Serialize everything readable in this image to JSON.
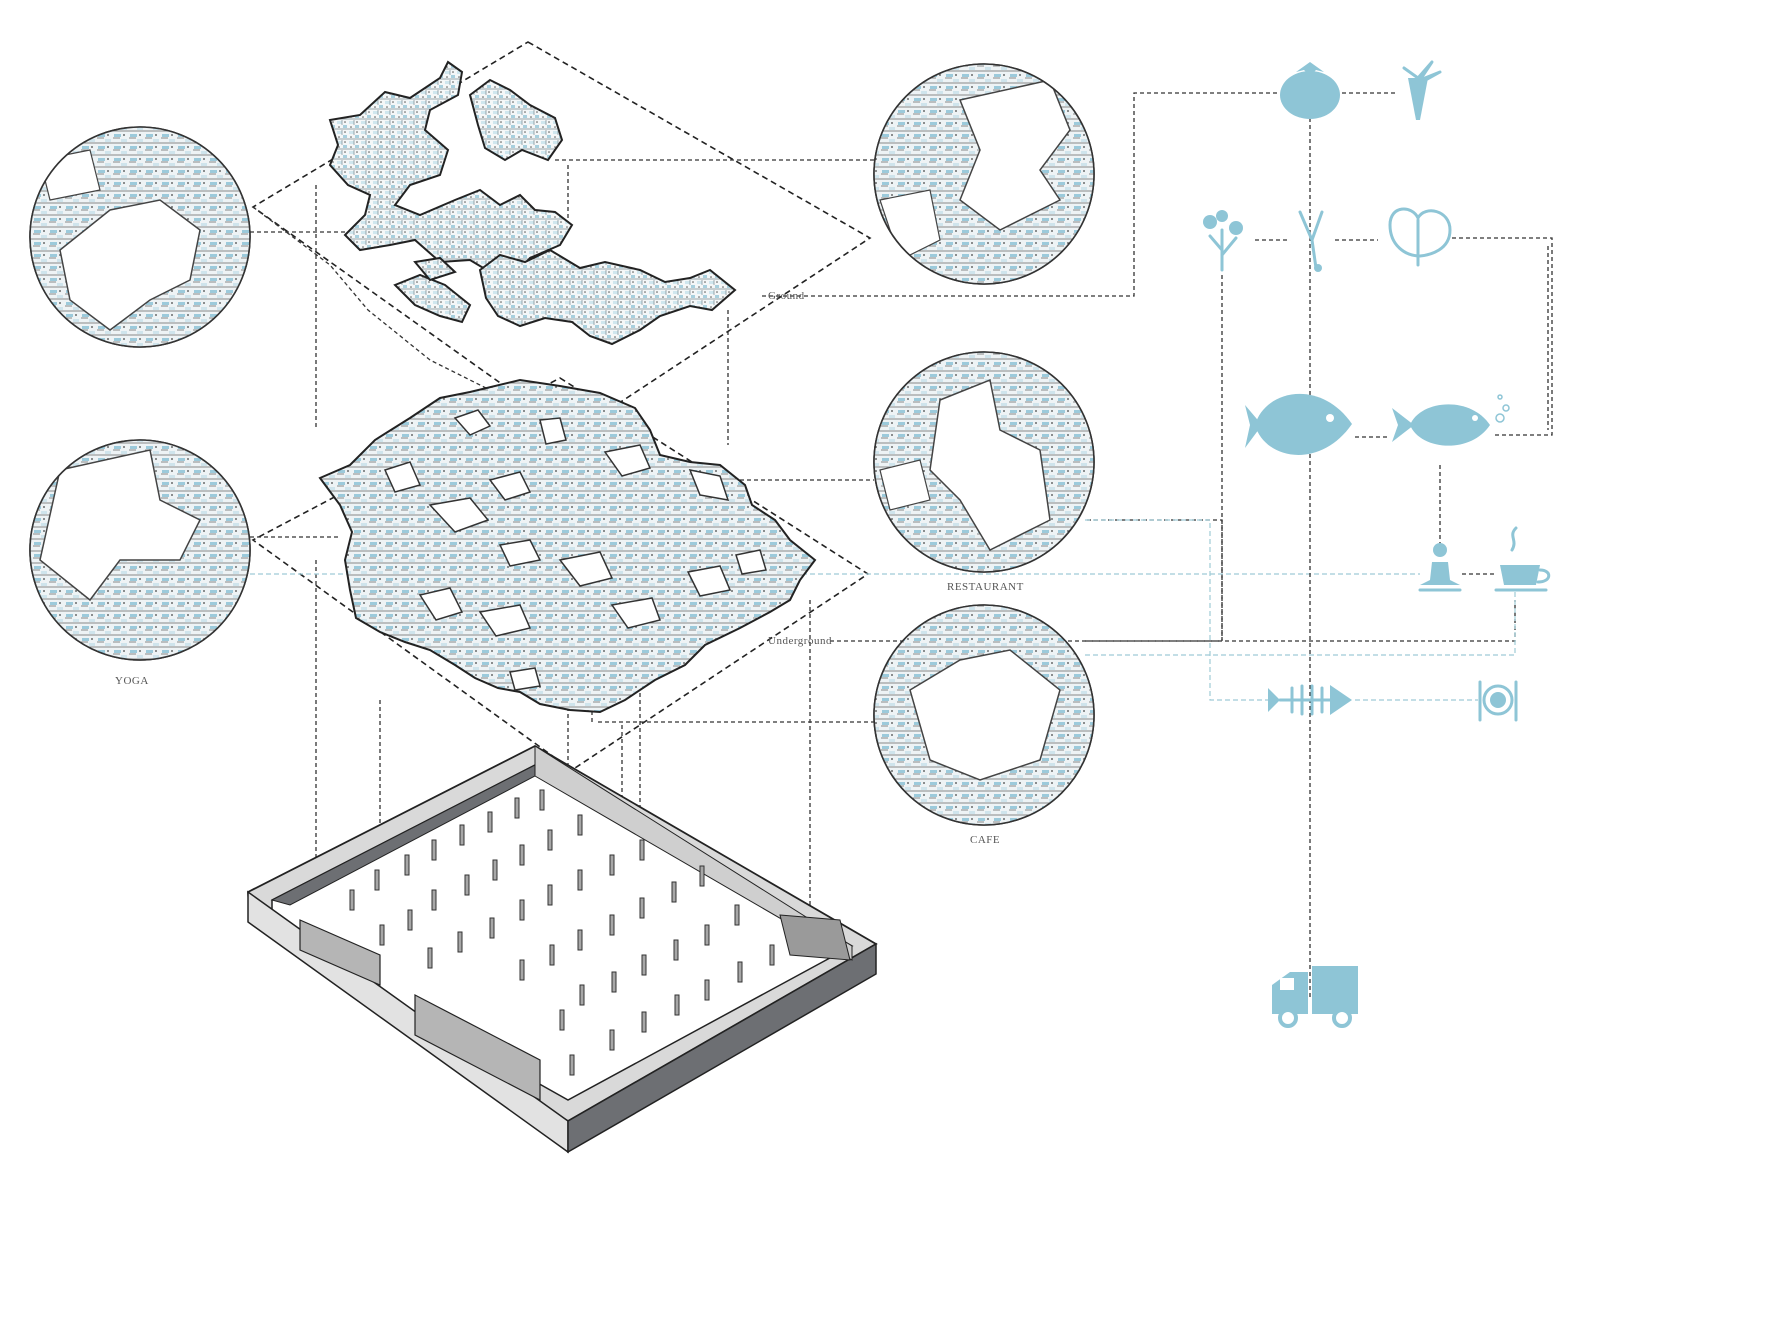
{
  "labels": {
    "ground": "Ground",
    "underground": "Underground",
    "yoga": "YOGA",
    "restaurant": "RESTAURANT",
    "cafe": "CAFE"
  },
  "colors": {
    "accent_blue": "#8ec5d6",
    "pale_blue": "#cde6ee",
    "line_dark": "#333333",
    "concrete": "#dcdcdc",
    "concrete_dark": "#6d6f73"
  },
  "icons": [
    "tomato",
    "carrot",
    "flower",
    "leek",
    "lettuce",
    "fish",
    "fish-bubbles",
    "yoga-person",
    "coffee-cup",
    "fish-bone",
    "plate-cutlery",
    "truck"
  ]
}
